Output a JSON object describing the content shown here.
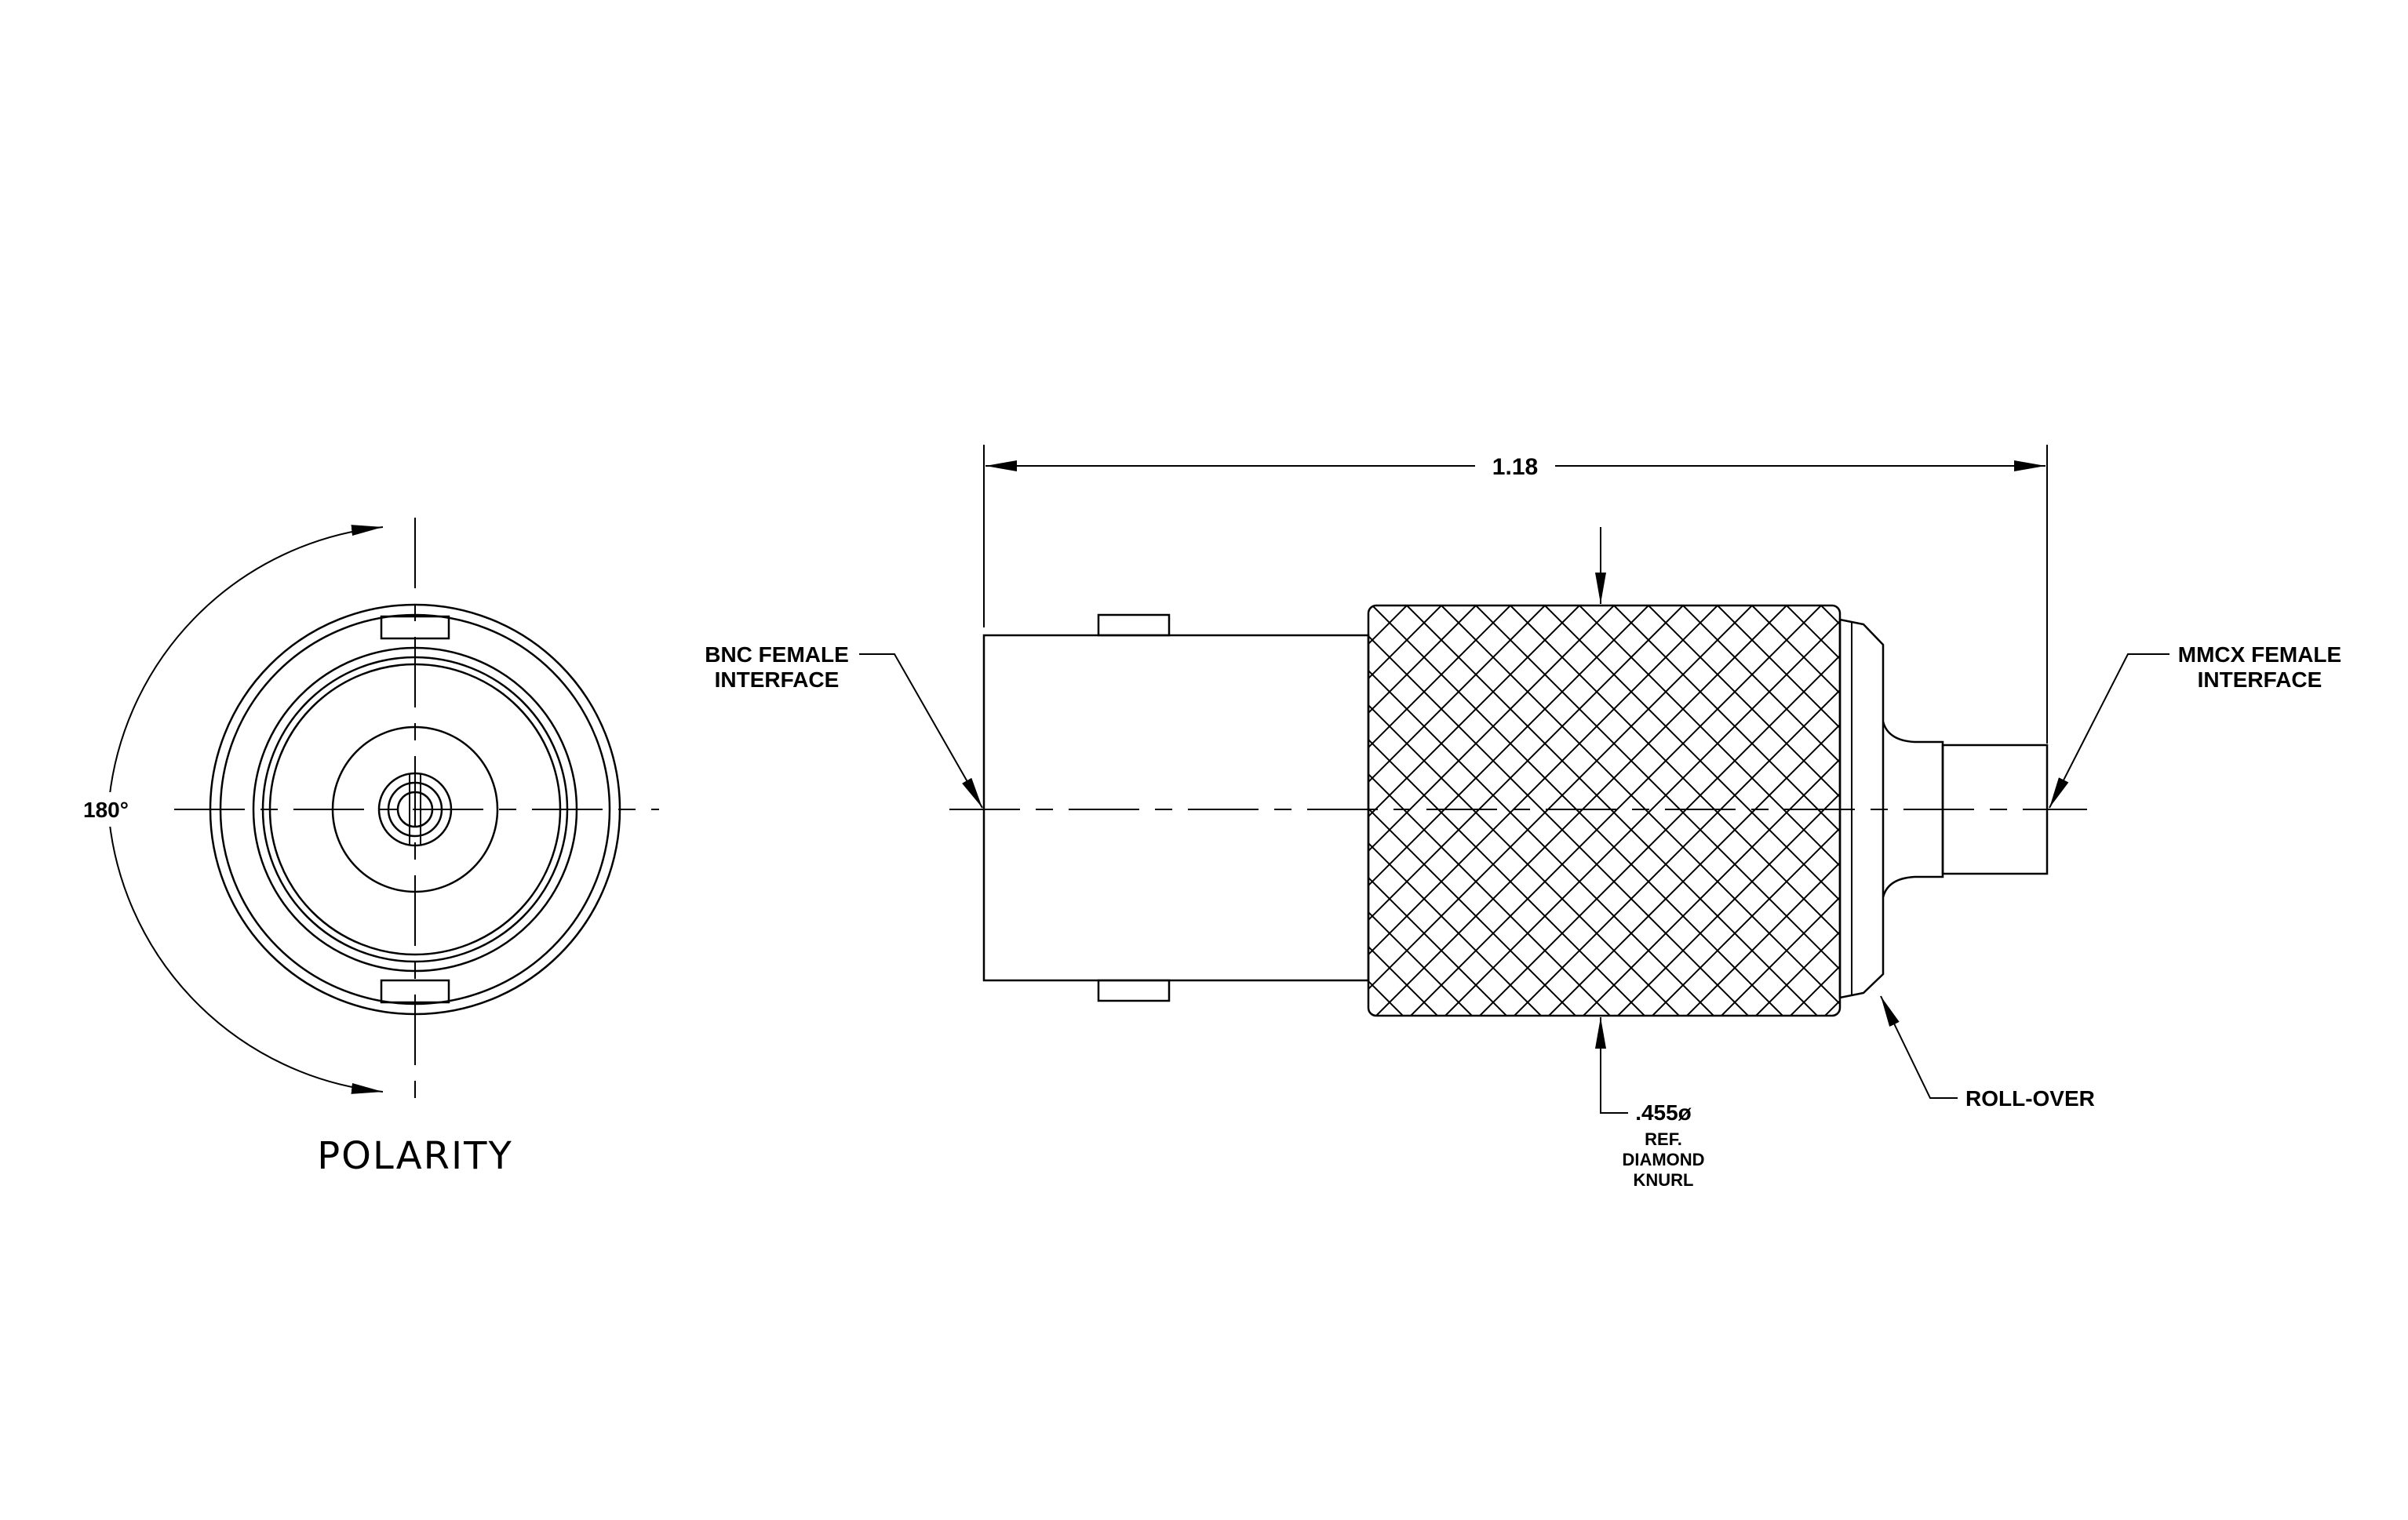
{
  "front_view": {
    "angle_label": "180°",
    "title": "POLARITY"
  },
  "side_view": {
    "overall_length": "1.18",
    "bnc_label": [
      "BNC  FEMALE",
      "INTERFACE"
    ],
    "mmcx_label": [
      "MMCX  FEMALE",
      "INTERFACE"
    ],
    "rollover_label": "ROLL-OVER",
    "knurl_label": [
      ".455ø",
      "REF.",
      "DIAMOND",
      "KNURL"
    ]
  }
}
